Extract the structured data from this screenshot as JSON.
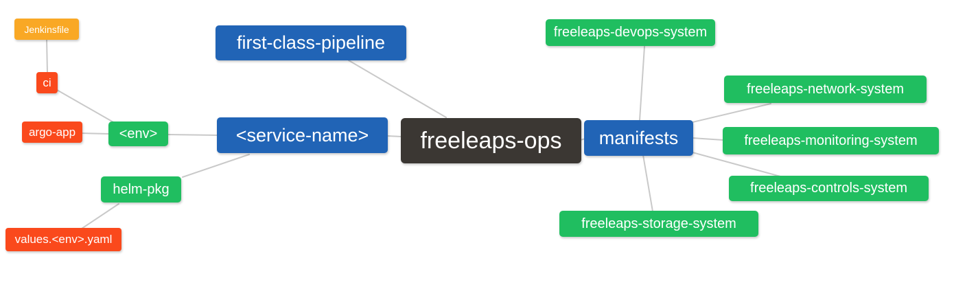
{
  "diagram": {
    "type": "mindmap",
    "root": "freeleaps_ops",
    "nodes": {
      "freeleaps_ops": {
        "label": "freeleaps-ops",
        "level": 0,
        "color": "#3B3733"
      },
      "first_class_pipeline": {
        "label": "first-class-pipeline",
        "level": 1,
        "color": "#2164B6"
      },
      "service_name": {
        "label": "<service-name>",
        "level": 1,
        "color": "#2164B6"
      },
      "manifests": {
        "label": "manifests",
        "level": 1,
        "color": "#2164B6"
      },
      "env": {
        "label": "<env>",
        "level": 2,
        "color": "#20BE60"
      },
      "helm_pkg": {
        "label": "helm-pkg",
        "level": 2,
        "color": "#20BE60"
      },
      "ci": {
        "label": "ci",
        "level": 3,
        "color": "#FA491C"
      },
      "argo_app": {
        "label": "argo-app",
        "level": 3,
        "color": "#FA491C"
      },
      "values_env_yaml": {
        "label": "values.<env>.yaml",
        "level": 3,
        "color": "#FA491C"
      },
      "jenkinsfile": {
        "label": "Jenkinsfile",
        "level": 4,
        "color": "#F9A825"
      },
      "devops_system": {
        "label": "freeleaps-devops-system",
        "level": 2,
        "color": "#20BE60"
      },
      "network_system": {
        "label": "freeleaps-network-system",
        "level": 2,
        "color": "#20BE60"
      },
      "monitoring_system": {
        "label": "freeleaps-monitoring-system",
        "level": 2,
        "color": "#20BE60"
      },
      "controls_system": {
        "label": "freeleaps-controls-system",
        "level": 2,
        "color": "#20BE60"
      },
      "storage_system": {
        "label": "freeleaps-storage-system",
        "level": 2,
        "color": "#20BE60"
      }
    },
    "edges": [
      [
        "jenkinsfile",
        "ci"
      ],
      [
        "ci",
        "env"
      ],
      [
        "argo_app",
        "env"
      ],
      [
        "env",
        "service_name"
      ],
      [
        "helm_pkg",
        "service_name"
      ],
      [
        "values_env_yaml",
        "helm_pkg"
      ],
      [
        "service_name",
        "freeleaps_ops"
      ],
      [
        "first_class_pipeline",
        "freeleaps_ops"
      ],
      [
        "freeleaps_ops",
        "manifests"
      ],
      [
        "manifests",
        "devops_system"
      ],
      [
        "manifests",
        "network_system"
      ],
      [
        "manifests",
        "monitoring_system"
      ],
      [
        "manifests",
        "controls_system"
      ],
      [
        "manifests",
        "storage_system"
      ]
    ],
    "palette": {
      "root_bg": "#3B3733",
      "branch_bg": "#2164B6",
      "leaf_green_bg": "#20BE60",
      "leaf_red_bg": "#FA491C",
      "leaf_amber_bg": "#F9A825",
      "edge_line": "#C9C9C9",
      "text": "#FFFFFF",
      "canvas_bg": "#FFFFFF"
    }
  }
}
